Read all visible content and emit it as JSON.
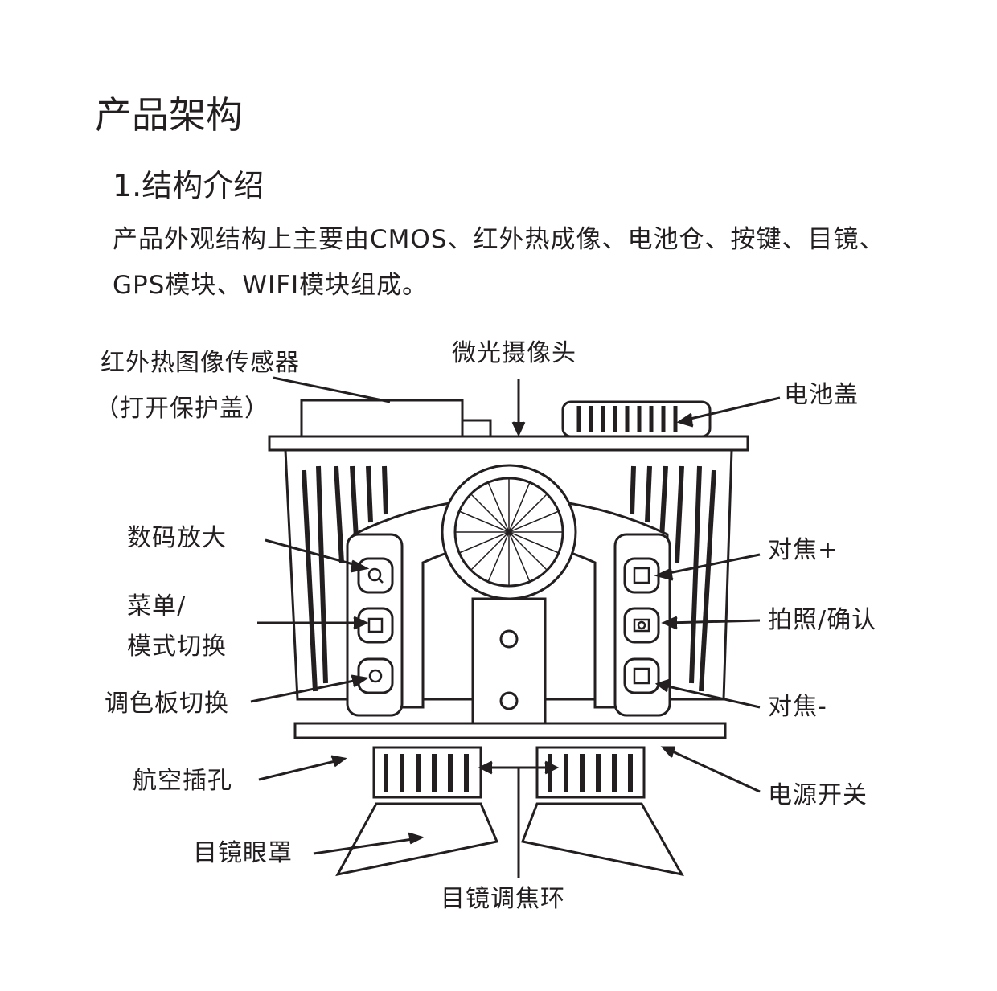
{
  "title": "产品架构",
  "section": "1.结构介绍",
  "paragraph": {
    "line1": "产品外观结构上主要由CMOS、红外热成像、电池仓、按键、目镜、",
    "line2": "GPS模块、WIFI模块组成。"
  },
  "labels": {
    "thermal_sensor": "红外热图像传感器",
    "thermal_sensor_note": "（打开保护盖）",
    "lowlight_camera": "微光摄像头",
    "battery_cover": "电池盖",
    "digital_zoom": "数码放大",
    "menu_line1": "菜单/",
    "menu_line2": "模式切换",
    "palette_switch": "调色板切换",
    "focus_plus": "对焦+",
    "photo_confirm": "拍照/确认",
    "focus_minus": "对焦-",
    "aviation_jack": "航空插孔",
    "power_switch": "电源开关",
    "eyecup": "目镜眼罩",
    "eyepiece_focus_ring": "目镜调焦环"
  }
}
